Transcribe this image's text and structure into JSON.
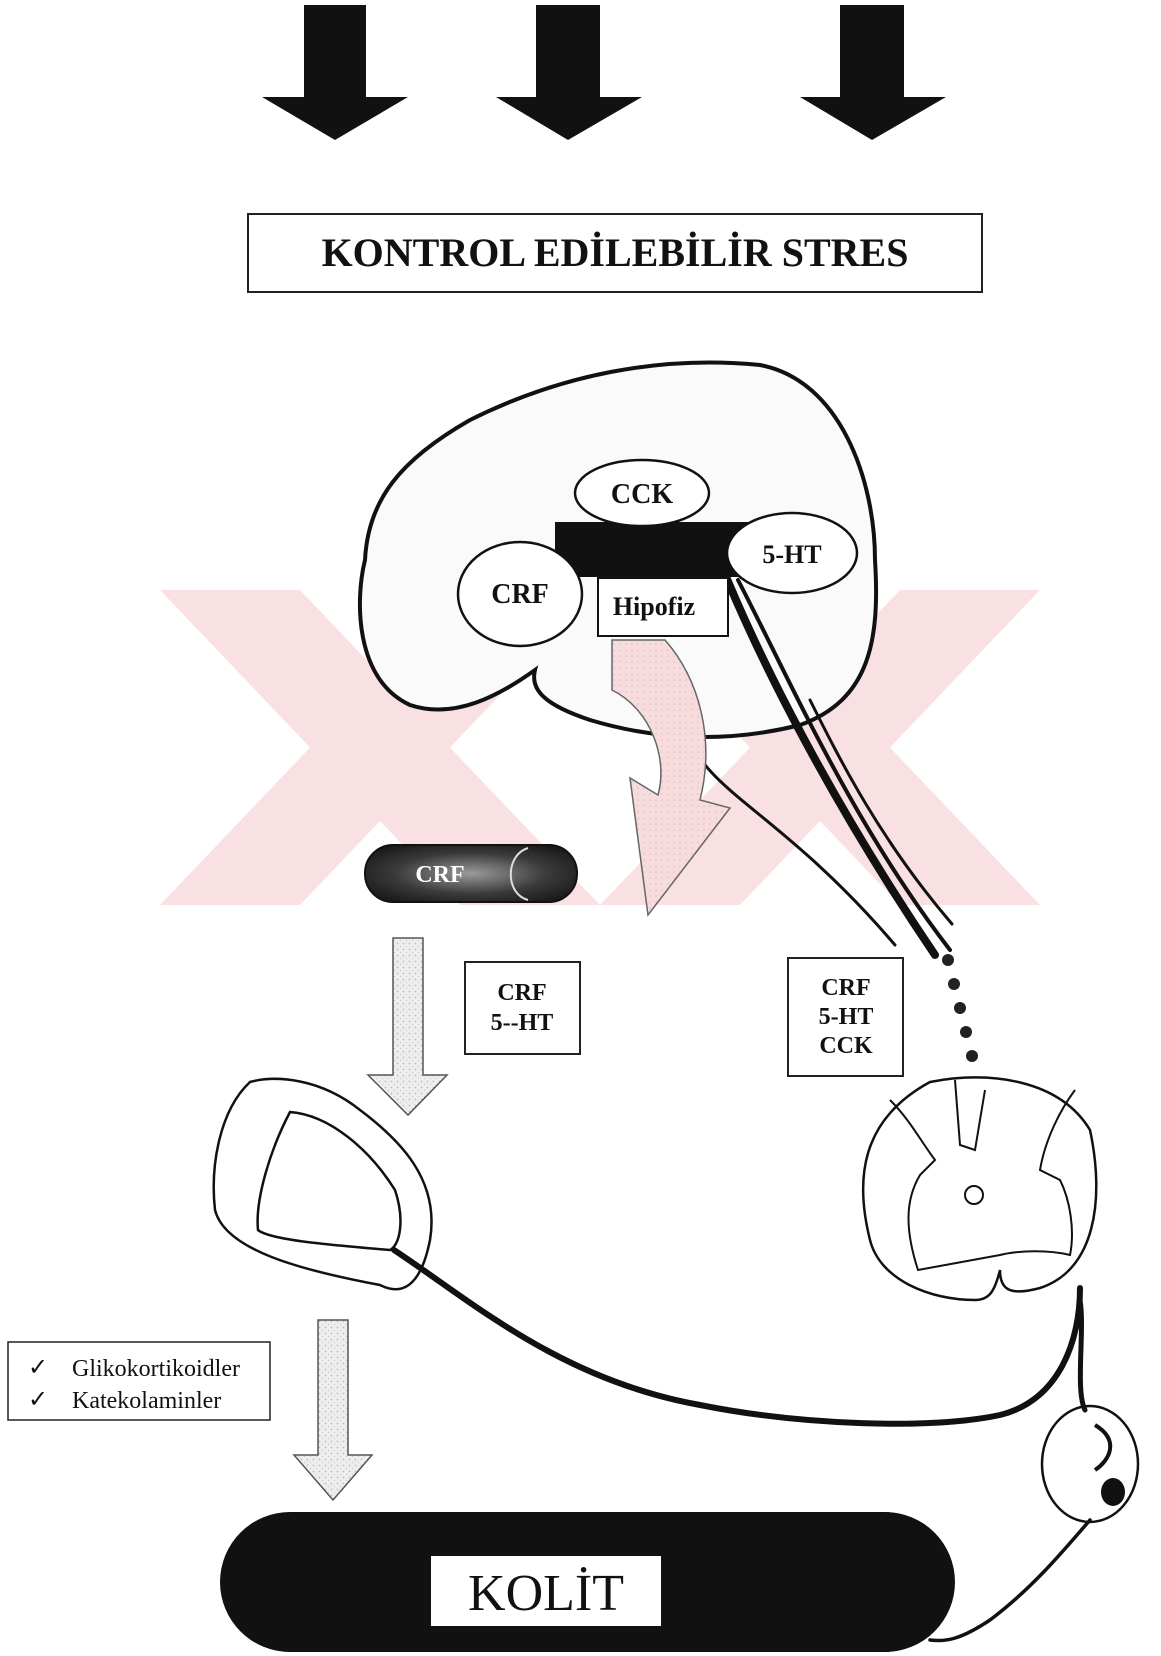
{
  "title": "KONTROL EDİLEBİLİR STRES",
  "brain": {
    "cck_label": "CCK",
    "crf_label": "CRF",
    "ht_label": "5-HT",
    "hipofiz_label": "Hipofiz"
  },
  "adrenal_pill_label": "CRF",
  "left_box": {
    "line1": "CRF",
    "line2": "5--HT"
  },
  "right_box": {
    "line1": "CRF",
    "line2": "5-HT",
    "line3": "CCK"
  },
  "hormones": {
    "check": "✓",
    "items": [
      "Glikokortikoidler",
      "Katekolaminler"
    ]
  },
  "outcome_label": "KOLİT",
  "colors": {
    "ink": "#111111",
    "pink_arrow": "#f6d6d8",
    "watermark": "#d8192a",
    "gray_arrow": "#e2e2e2"
  }
}
